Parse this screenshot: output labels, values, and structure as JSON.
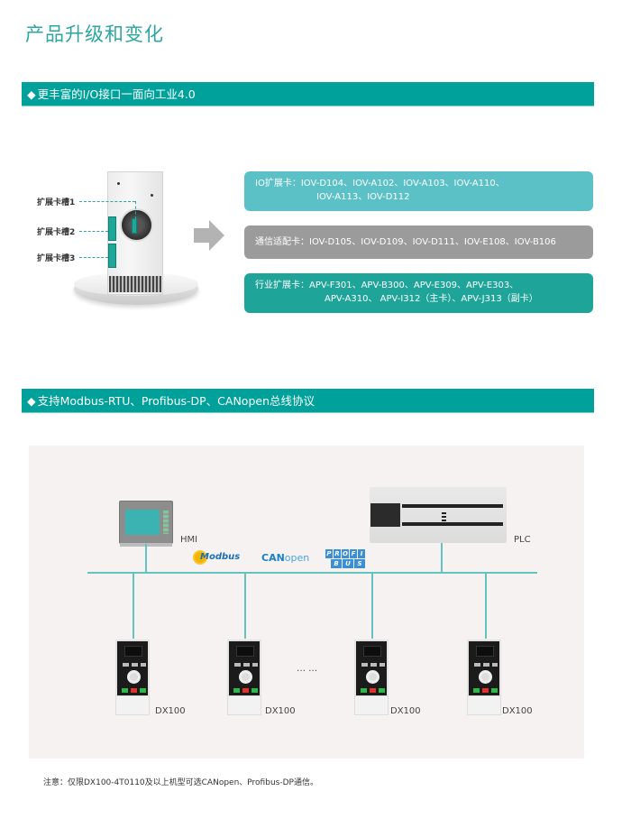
{
  "page_title": "产品升级和变化",
  "section1": {
    "header": "更丰富的I/O接口一面向工业4.0",
    "header_icon": "diamond-icon",
    "slot_labels": [
      "扩展卡槽1",
      "扩展卡槽2",
      "扩展卡槽3"
    ],
    "cards": {
      "io": {
        "label": "IO扩展卡：",
        "line1": "IOV-D104、IOV-A102、IOV-A103、IOV-A110、",
        "line2": "IOV-A113、IOV-D112",
        "color": "#5cc1c7"
      },
      "comm": {
        "label": "通信适配卡：",
        "line1": "IOV-D105、IOV-D109、IOV-D111、IOV-E108、IOV-B106",
        "color": "#9b9b9b"
      },
      "industry": {
        "label": "行业扩展卡：",
        "line1": "APV-F301、APV-B300、APV-E309、APV-E303、",
        "line2": "APV-A310、 APV-I312（主卡）、APV-J313（副卡）",
        "color": "#1fa49a"
      }
    }
  },
  "section2": {
    "header": "支持Modbus-RTU、Profibus-DP、CANopen总线协议",
    "header_icon": "diamond-icon",
    "hmi_label": "HMI",
    "plc_label": "PLC",
    "protocols": {
      "modbus": "Modbus",
      "canopen_can": "CAN",
      "canopen_open": "open",
      "profibus_top": [
        "P",
        "R",
        "O",
        "F",
        "I"
      ],
      "profibus_bottom": [
        "B",
        "U",
        "S"
      ]
    },
    "devices": [
      "DX100",
      "DX100",
      "DX100",
      "DX100"
    ],
    "ellipsis": "… …"
  },
  "note": "注意：仅限DX100-4T0110及以上机型可选CANopen、Profibus-DP通信。",
  "colors": {
    "accent": "#00a19a",
    "title": "#2ba6a0",
    "bus_line": "#64c3be",
    "panel_bg": "#f6f2f1"
  }
}
